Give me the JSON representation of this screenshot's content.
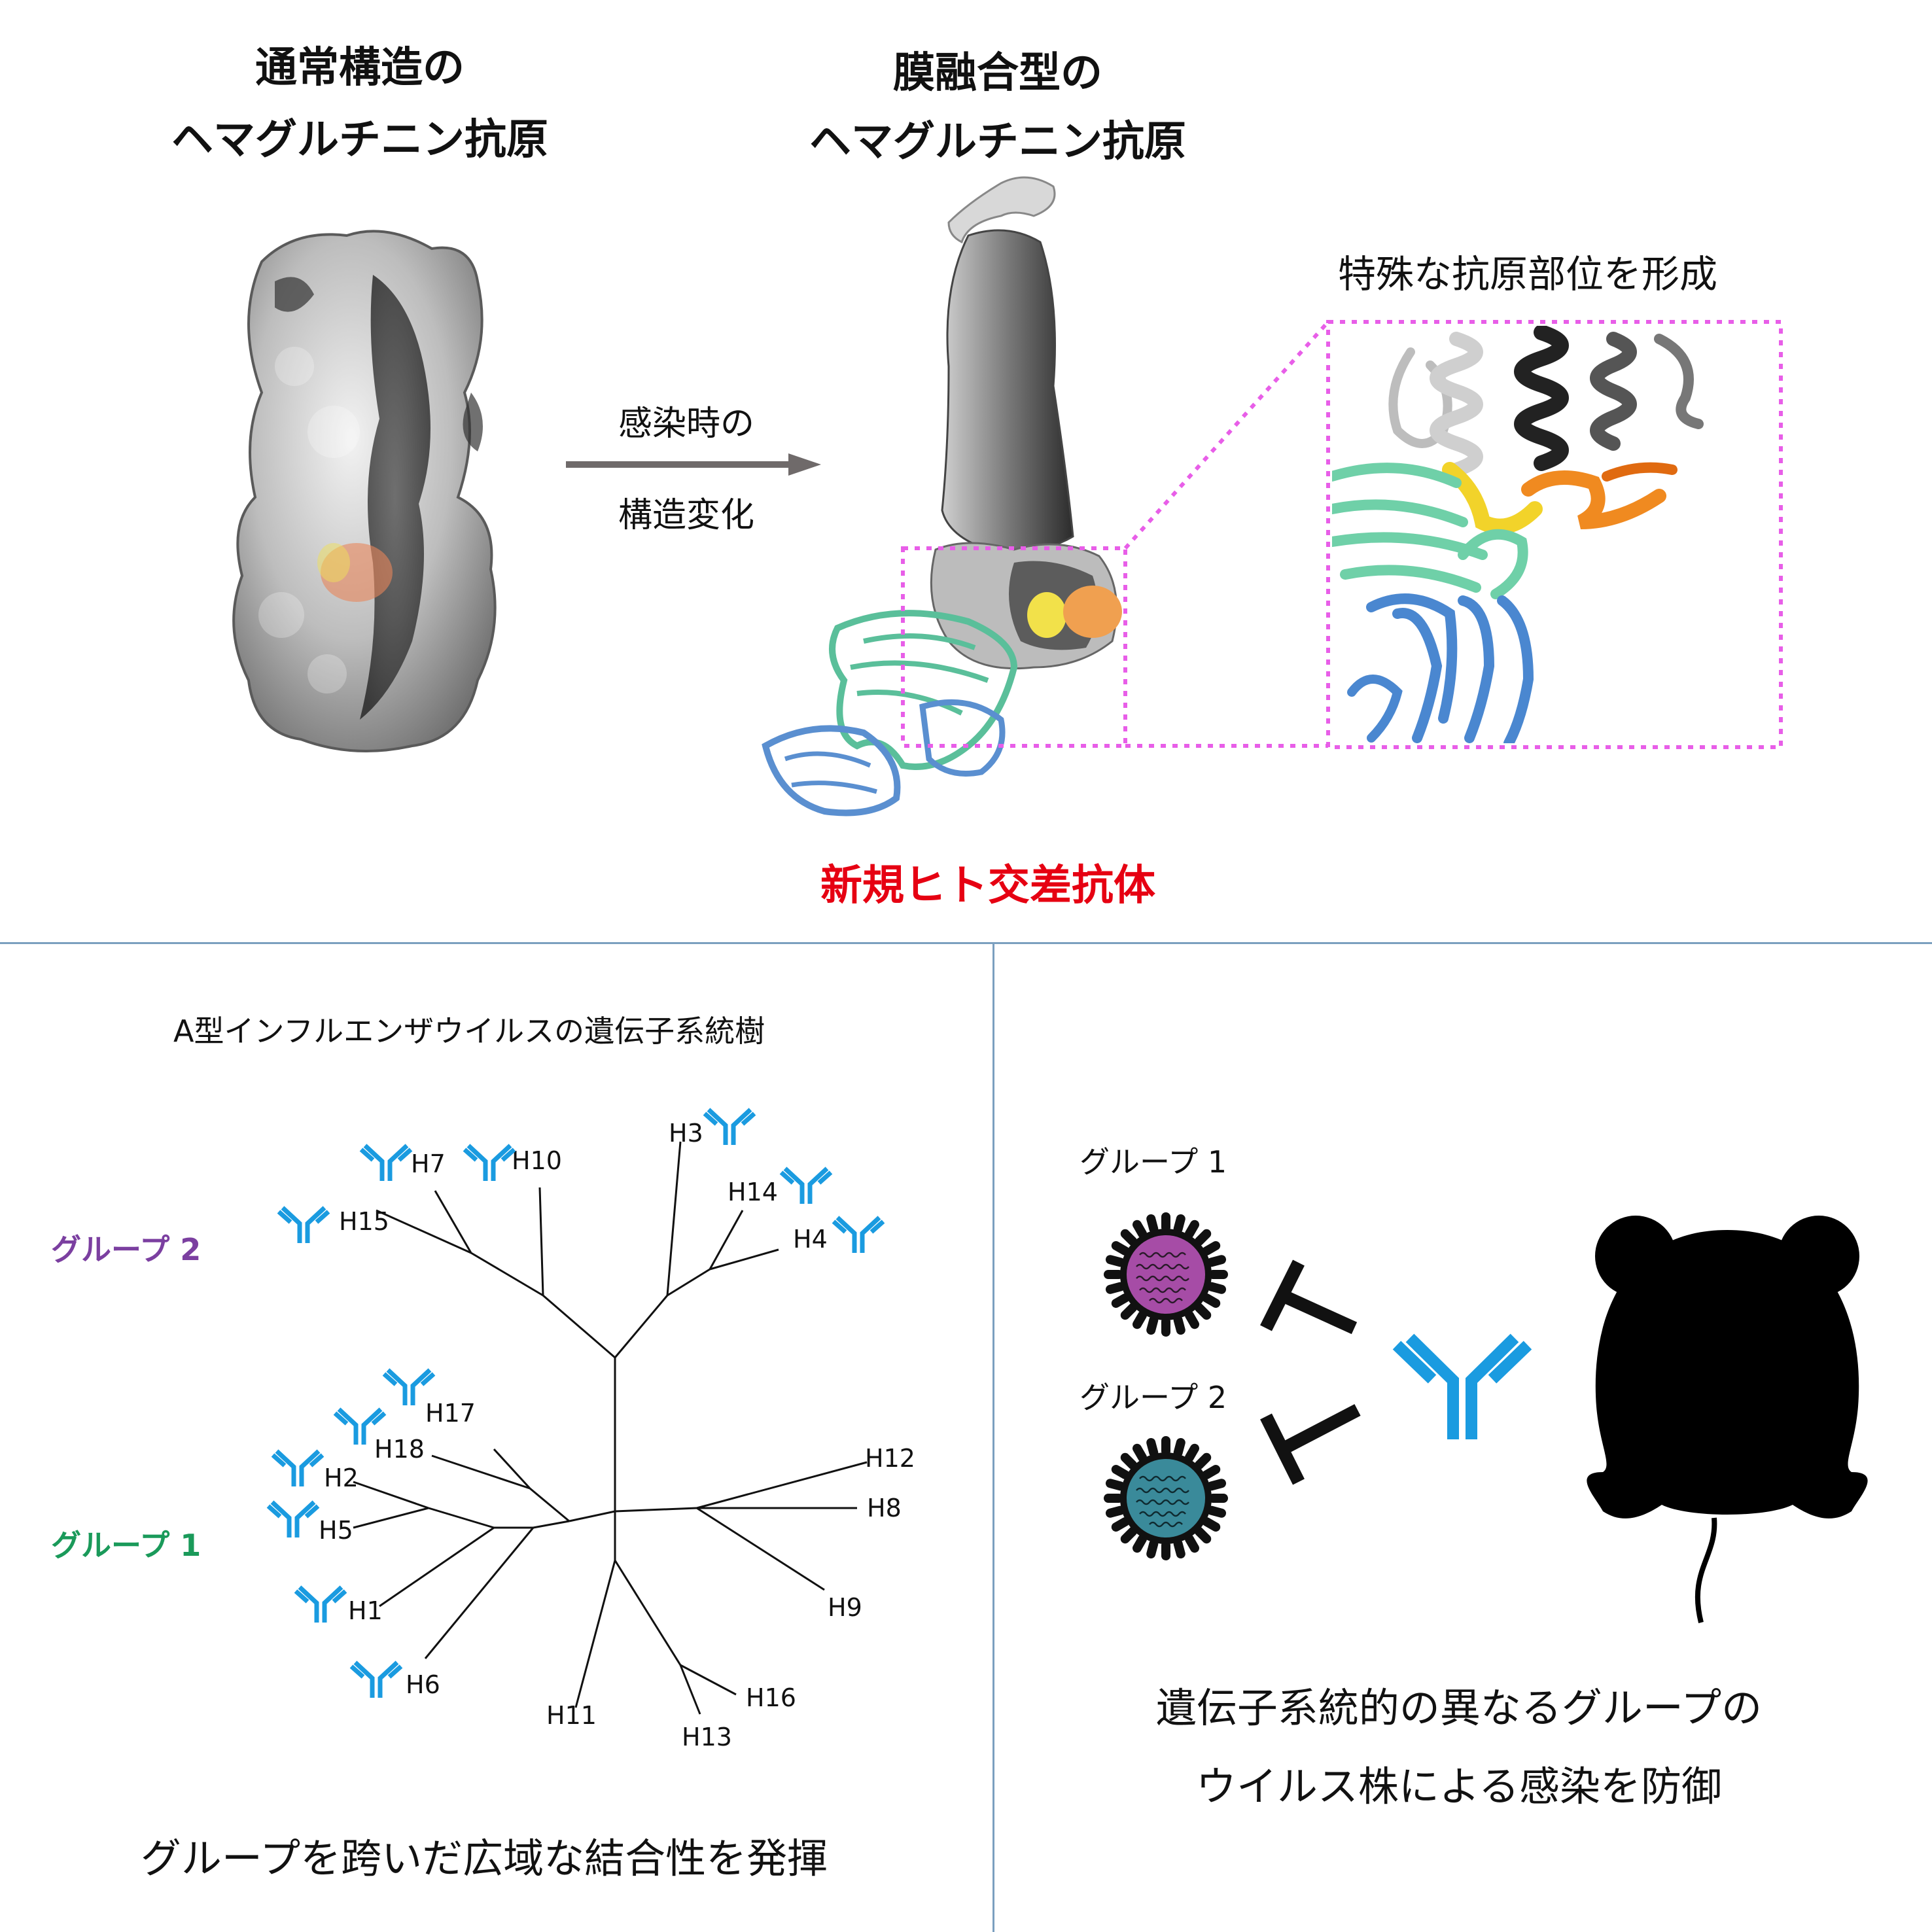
{
  "top": {
    "left_title_line1": "通常構造の",
    "left_title_line2": "ヘマグルチニン抗原",
    "right_title_line1": "膜融合型の",
    "right_title_line2": "ヘマグルチニン抗原",
    "arrow_label_line1": "感染時の",
    "arrow_label_line2": "構造変化",
    "zoom_label": "特殊な抗原部位を形成",
    "antibody_label": "新規ヒト交差抗体"
  },
  "tree": {
    "title": "A型インフルエンザウイルスの遺伝子系統樹",
    "group2_label": "グループ 2",
    "group1_label": "グループ 1",
    "leaves": [
      "H7",
      "H10",
      "H15",
      "H3",
      "H14",
      "H4",
      "H17",
      "H18",
      "H2",
      "H5",
      "H1",
      "H6",
      "H11",
      "H13",
      "H16",
      "H9",
      "H8",
      "H12"
    ],
    "caption": "グループを跨いだ広域な結合性を発揮"
  },
  "protection": {
    "group1_label": "グループ 1",
    "group2_label": "グループ 2",
    "caption_line1": "遺伝子系統的の異なるグループの",
    "caption_line2": "ウイルス株による感染を防御"
  },
  "colors": {
    "antibody_blue": "#1a9be0",
    "group2_purple": "#7b3fa0",
    "group1_green": "#1a9a5a",
    "highlight_pink": "#e85ee8",
    "accent_red": "#e60012",
    "virus1_fill": "#a64ca6",
    "virus2_fill": "#3a8a9a"
  }
}
